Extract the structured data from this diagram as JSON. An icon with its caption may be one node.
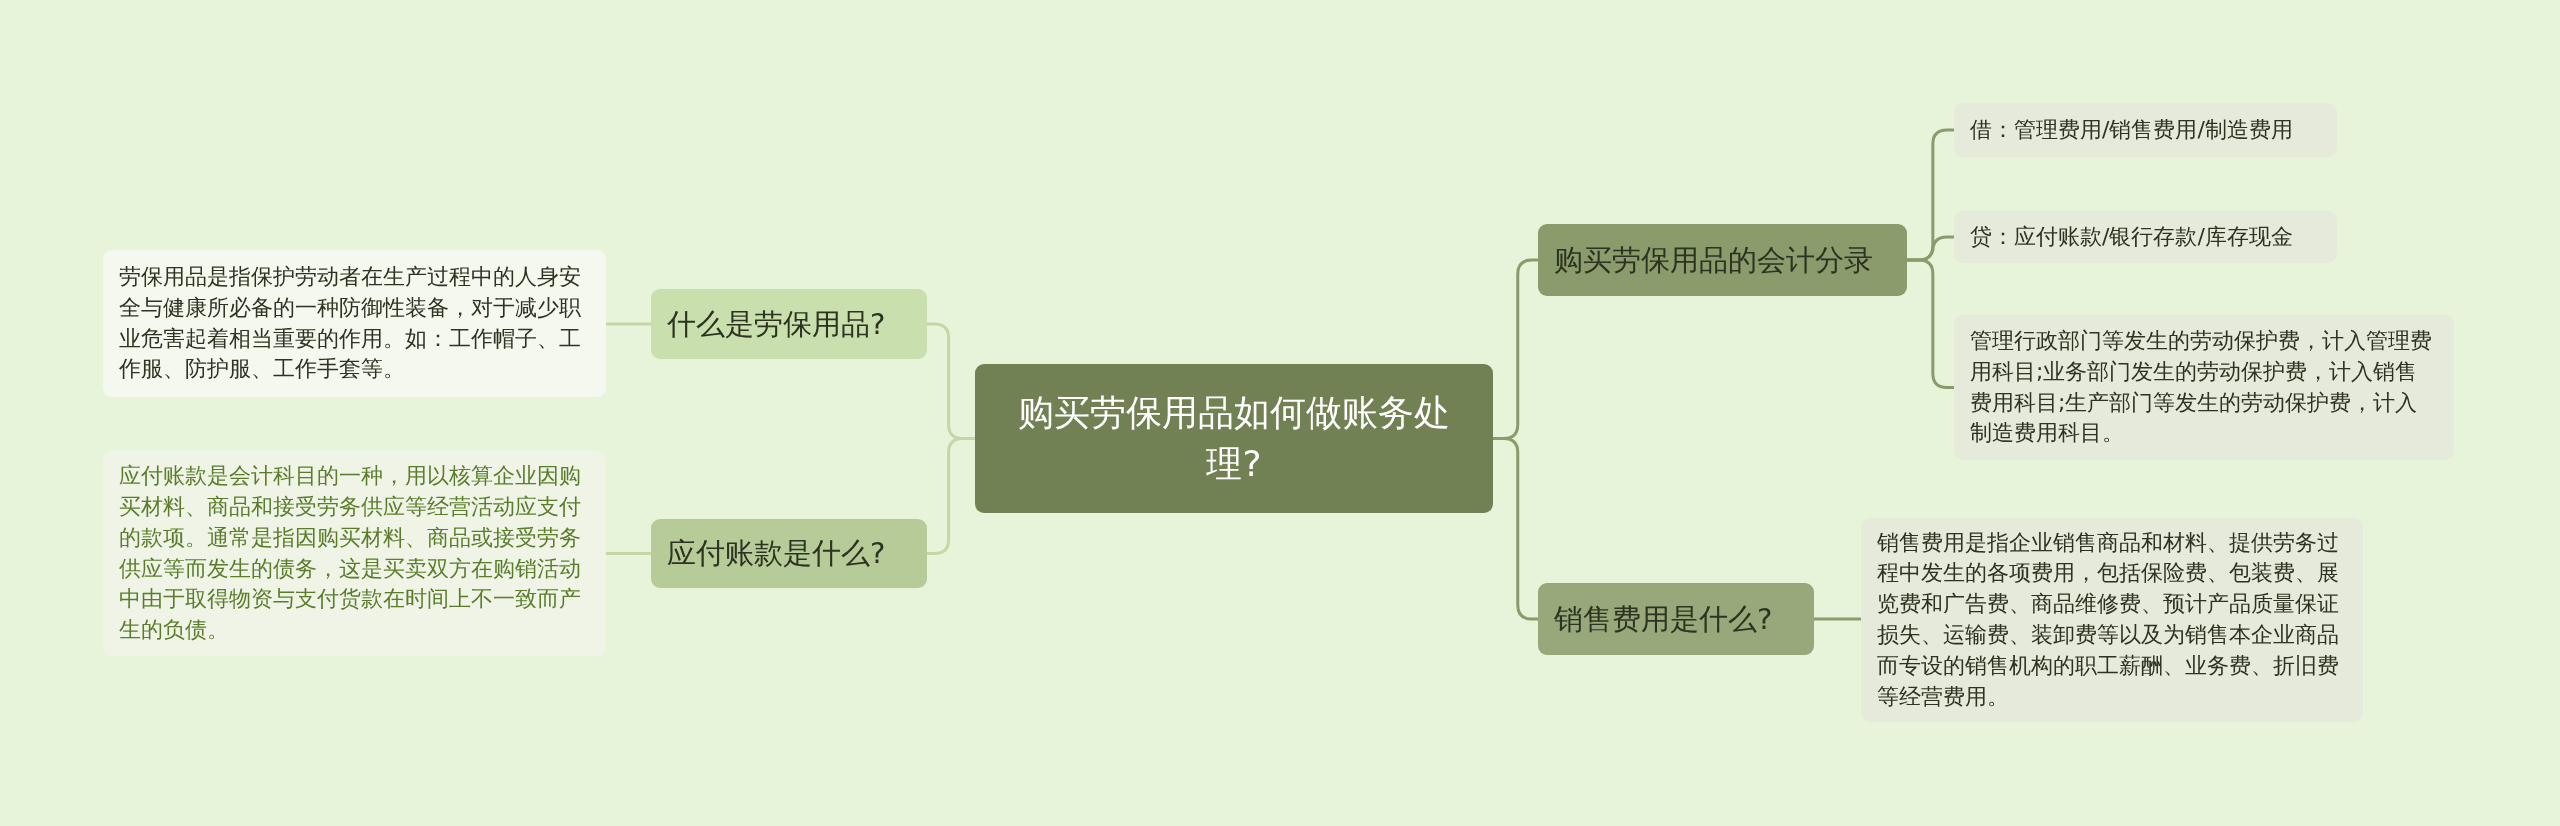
{
  "diagram": {
    "nodes": [
      {
        "text": [
          "购买劳保用品如何做账务处理?"
        ]
      },
      {
        "text": [
          "什么是劳保用品?"
        ]
      },
      {
        "text": [
          "劳保用品是指保护劳动者在生产过程中的人身安全与健康所必备的一种防御性装备，对于减少职业危害起着相当重要的作用。如：工作帽子、工作服、防护服、工作手套等。"
        ]
      },
      {
        "text": [
          "应付账款是什么?"
        ]
      },
      {
        "text": [
          "应付账款是会计科目的一种，用以核算企业因购买材料、商品和接受劳务供应等经营活动应支付的款项。通常是指因购买材料、商品或接受劳务供应等而发生的债务，这是买卖双方在购销活动中由于取得物资与支付货款在时间上不一致而产生的负债。"
        ]
      },
      {
        "text": [
          "购买劳保用品的会计分录"
        ]
      },
      {
        "text": [
          "借：管理费用/销售费用/制造费用"
        ]
      },
      {
        "text": [
          "贷：应付账款/银行存款/库存现金"
        ]
      },
      {
        "text": [
          "管理行政部门等发生的劳动保护费，计入管理费用科目;业务部门发生的劳动保护费，计入销售费用科目;生产部门等发生的劳动保护费，计入制造费用科目。"
        ]
      },
      {
        "text": [
          "销售费用是什么?"
        ]
      },
      {
        "text": [
          "销售费用是指企业销售商品和材料、提供劳务过程中发生的各项费用，包括保险费、包装费、展览费和广告费、商品维修费、预计产品质量保证损失、运输费、装卸费等以及为销售本企业商品而专设的销售机构的职工薪酬、业务费、折旧费等经营费用。"
        ]
      }
    ],
    "edges": [
      {
        "from": 0,
        "to": 1,
        "arrow": "none",
        "color": "#c3d8a6"
      },
      {
        "from": 1,
        "to": 2,
        "arrow": "none",
        "color": "#c3d8a6"
      },
      {
        "from": 0,
        "to": 3,
        "arrow": "none",
        "color": "#c3d8a6"
      },
      {
        "from": 3,
        "to": 4,
        "arrow": "none",
        "color": "#c3d8a6"
      },
      {
        "from": 0,
        "to": 5,
        "arrow": "none"
      },
      {
        "from": 5,
        "to": 6,
        "arrow": "none"
      },
      {
        "from": 5,
        "to": 7,
        "arrow": "none"
      },
      {
        "from": 5,
        "to": 8,
        "arrow": "none"
      },
      {
        "from": 0,
        "to": 9,
        "arrow": "none"
      },
      {
        "from": 9,
        "to": 10,
        "arrow": "none"
      }
    ]
  }
}
